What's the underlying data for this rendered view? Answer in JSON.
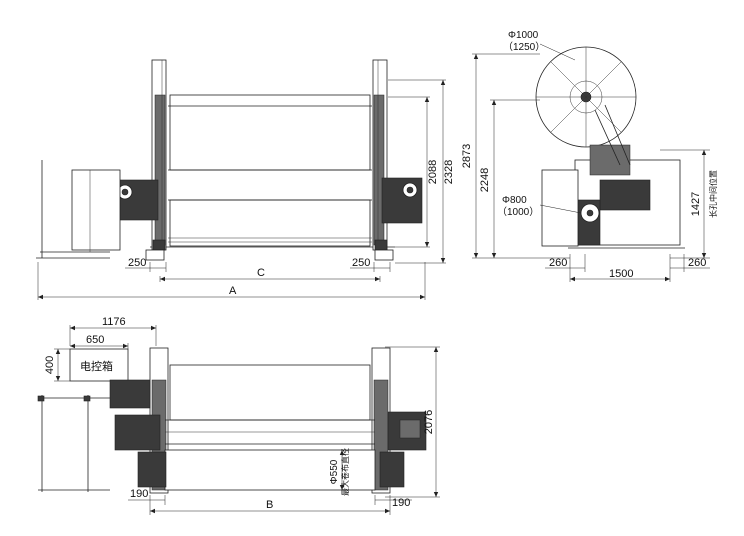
{
  "front_view": {
    "dims": {
      "h_2088": "2088",
      "h_2328": "2328",
      "w_250_left": "250",
      "w_250_right": "250",
      "w_C": "C",
      "w_A": "A"
    }
  },
  "side_view": {
    "labels": {
      "d1000": "Φ1000",
      "d1250": "（1250）",
      "d800": "Φ800",
      "d1000b": "（1000）",
      "h_2873": "2873",
      "h_2248": "2248",
      "h_1427": "1427",
      "long_hole_note": "长孔中间位置",
      "w_260_left": "260",
      "w_260_right": "260",
      "w_1500": "1500"
    }
  },
  "top_view": {
    "labels": {
      "w_1176": "1176",
      "w_650": "650",
      "h_400": "400",
      "control_box": "电控箱",
      "d550": "Φ550",
      "max_roll_note": "最大卷布直径",
      "h_2076": "2076",
      "w_190_left": "190",
      "w_190_right": "190",
      "w_B": "B"
    }
  }
}
